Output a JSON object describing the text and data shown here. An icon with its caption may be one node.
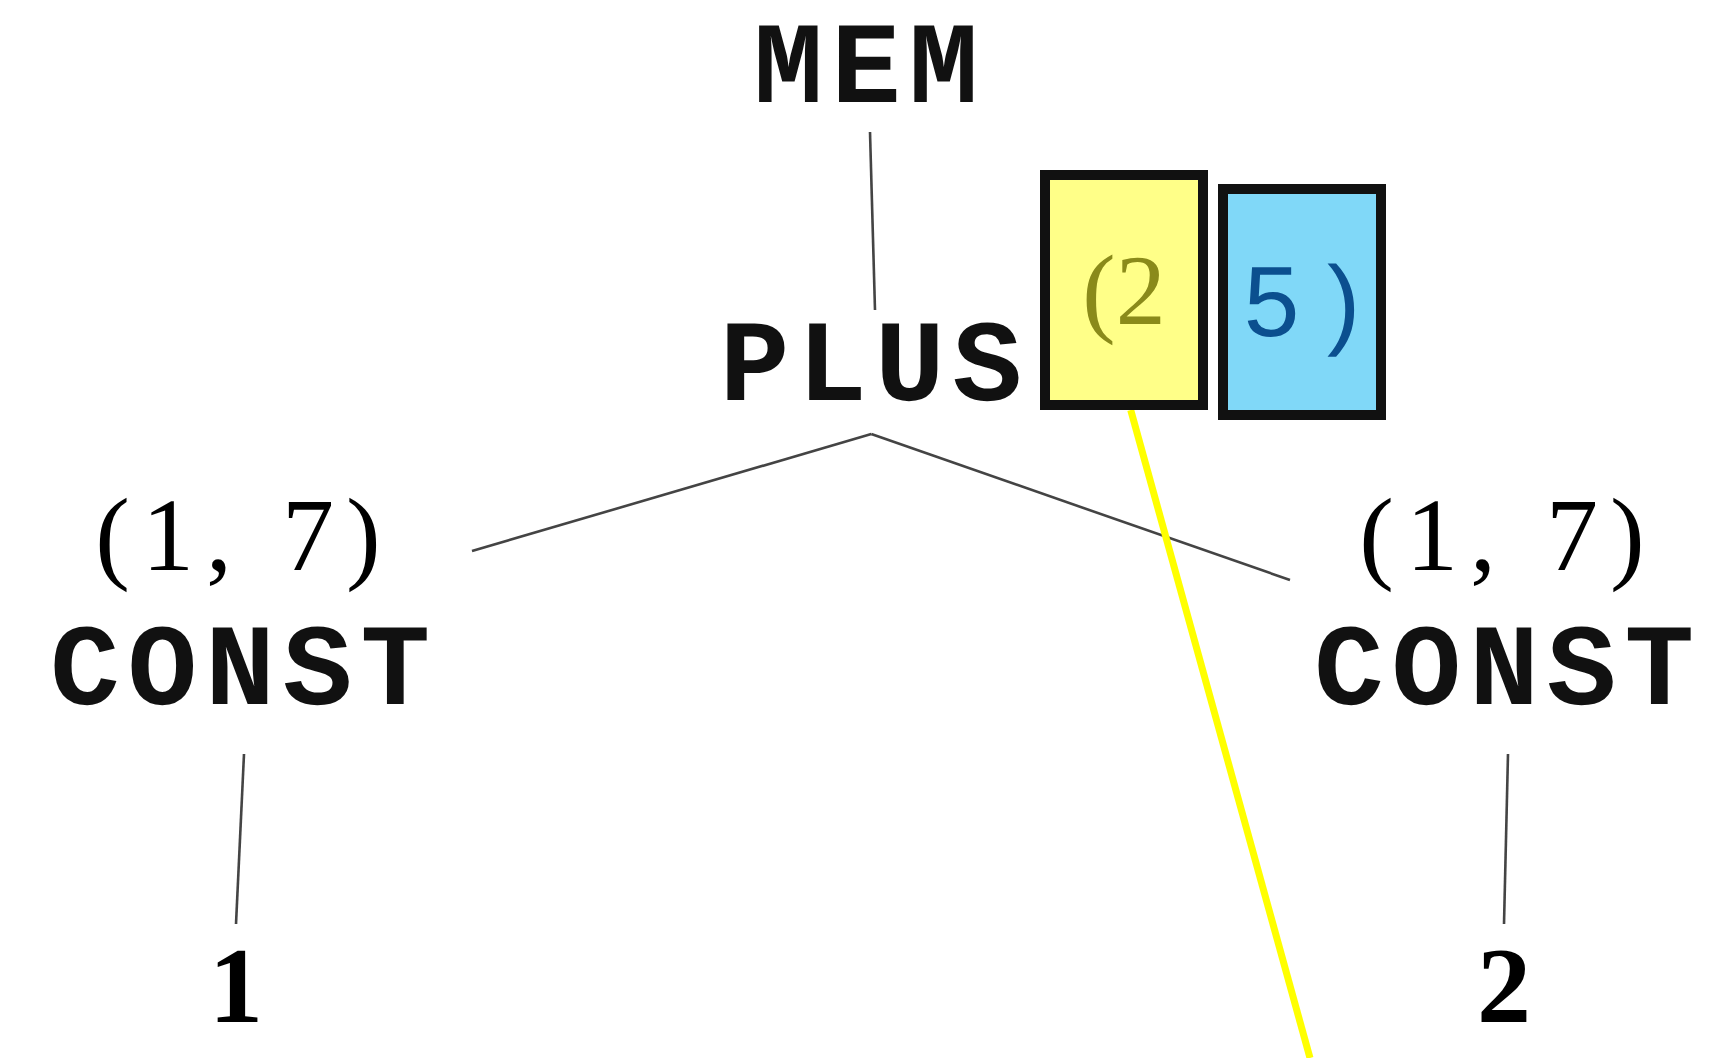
{
  "diagram": {
    "nodes": [
      {
        "text": [
          "MEM"
        ]
      },
      {
        "text": [
          "PLUS"
        ]
      },
      {
        "text": [
          "(2"
        ]
      },
      {
        "text": [
          "5 )"
        ]
      },
      {
        "text": [
          "CONST"
        ],
        "beside": [
          "(1, 7)"
        ]
      },
      {
        "text": [
          "CONST"
        ],
        "beside": [
          "(1, 7)"
        ]
      },
      {
        "text": [
          "1"
        ]
      },
      {
        "text": [
          "2"
        ]
      }
    ],
    "edges": [
      {
        "from": 0,
        "to": 1,
        "arrow": "none"
      },
      {
        "from": 1,
        "to": 4,
        "arrow": "none"
      },
      {
        "from": 1,
        "to": 5,
        "arrow": "none"
      },
      {
        "from": 4,
        "to": 6,
        "arrow": "none"
      },
      {
        "from": 5,
        "to": 7,
        "arrow": "none"
      },
      {
        "from": 2,
        "to": null,
        "arrow": "none",
        "style": "thick",
        "color": "#ffff00"
      }
    ]
  }
}
